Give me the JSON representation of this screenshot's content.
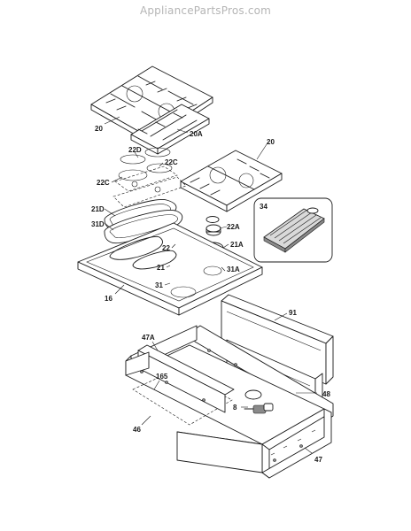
{
  "watermark": "AppliancePartsPros.com",
  "labels": {
    "p20_left": "20",
    "p20A": "20A",
    "p20_right": "20",
    "p22D": "22D",
    "p22C_right": "22C",
    "p22C_left": "22C",
    "p21D": "21D",
    "p31D": "31D",
    "p22A": "22A",
    "p21A": "21A",
    "p22": "22",
    "p21": "21",
    "p31A": "31A",
    "p31": "31",
    "p16": "16",
    "p34": "34",
    "p91": "91",
    "p47A": "47A",
    "p165": "165",
    "p48": "48",
    "p8": "8",
    "p46": "46",
    "p47": "47"
  }
}
